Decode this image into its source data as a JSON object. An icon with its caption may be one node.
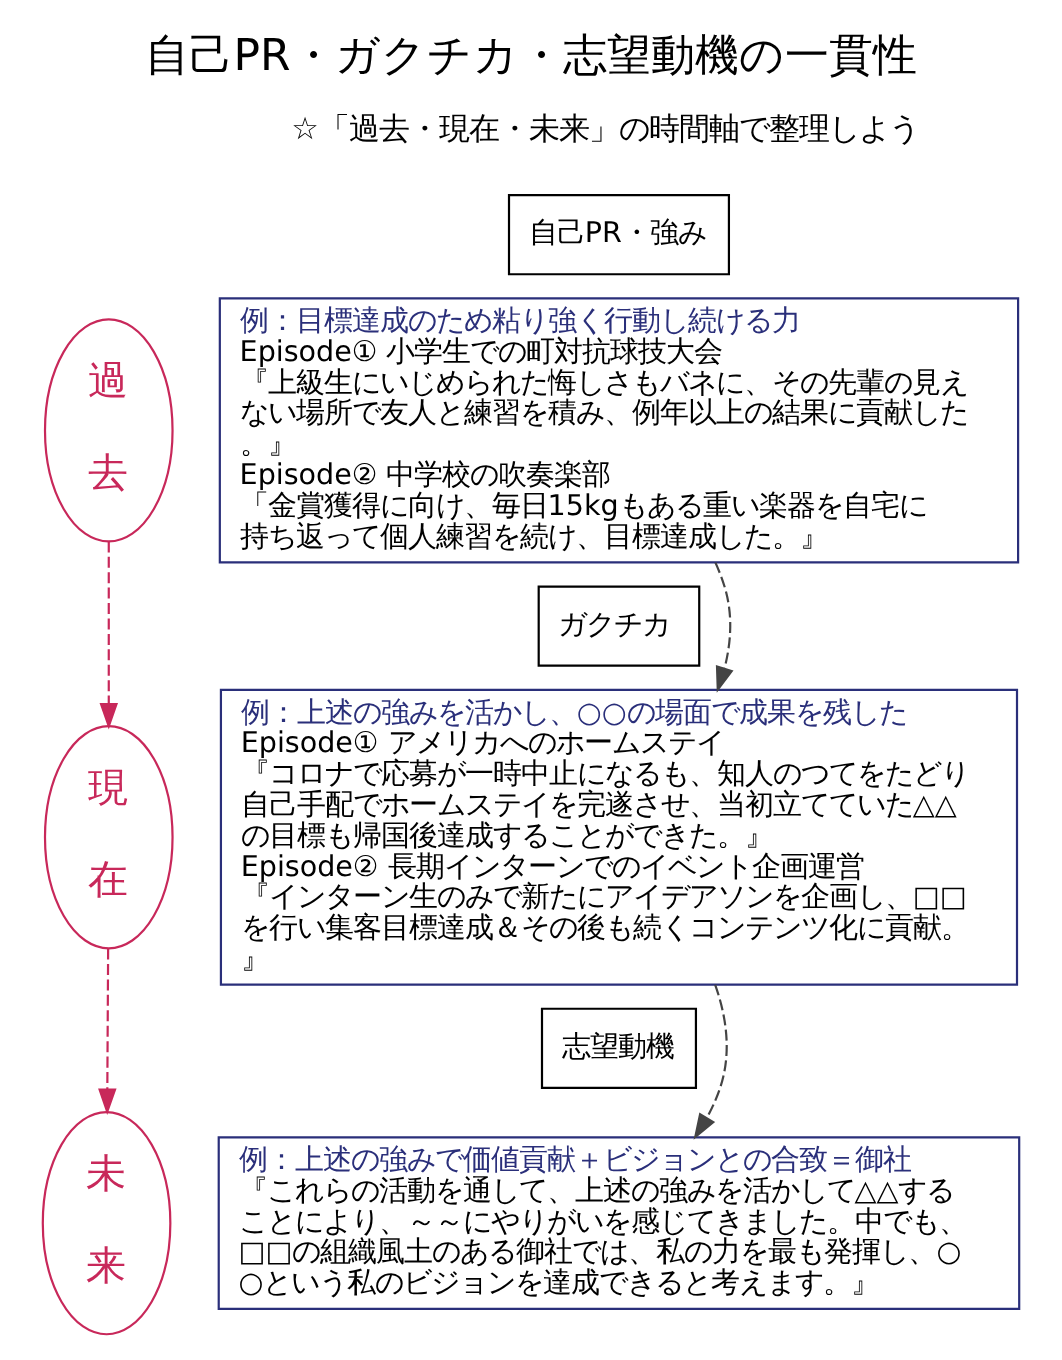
{
  "diagram": {
    "title": "自己PR・ガクチカ・志望動機の一貫性",
    "nodes": [
      {
        "text": [
          "過去"
        ]
      },
      {
        "text": [
          "現在"
        ]
      },
      {
        "text": [
          "未来"
        ]
      },
      {
        "text": [
          "自己PR・強み"
        ]
      },
      {
        "text": [
          "例：目標達成のため粘り強く行動し続ける力",
          "Episode① 小学生での町対抗球技大会",
          "『上級生にいじめられた悔しさもバネに、その先輩の見えない場所で友人と練習を積み、例年以上の結果に貢献した。』",
          "Episode② 中学校の吹奏楽部",
          "「金賞獲得に向け、毎日15kgもある重い楽器を自宅に持ち返って個人練習を続け、目標達成した。』"
        ]
      },
      {
        "text": [
          "ガクチカ"
        ]
      },
      {
        "text": [
          "例：上述の強みを活かし、○○の場面で成果を残した",
          "Episode① アメリカへのホームステイ",
          "『コロナで応募が一時中止になるも、知人のつてをたどり自己手配でホームステイを完遂させ、当初立てていた△△の目標も帰国後達成することができた。』",
          "Episode② 長期インターンでのイベント企画運営",
          "『インターン生のみで新たにアイデアソンを企画し、□□を行い集客目標達成＆その後も続くコンテンツ化に貢献。』"
        ]
      },
      {
        "text": [
          "志望動機"
        ]
      },
      {
        "text": [
          "例：上述の強みで価値貢献＋ビジョンとの合致＝御社",
          "『これらの活動を通して、上述の強みを活かして△△することにより、～～にやりがいを感じてきました。中でも、□□の組織風土のある御社では、私の力を最も発揮し、○○という私のビジョンを達成できると考えます。』"
        ]
      }
    ],
    "edges": [
      {
        "from": 0,
        "to": 1,
        "arrow": "to",
        "style": "dashed",
        "color": "#c8285a"
      },
      {
        "from": 1,
        "to": 2,
        "arrow": "to",
        "style": "dashed",
        "color": "#c8285a"
      },
      {
        "from": 4,
        "to": 6,
        "arrow": "to",
        "style": "dashed",
        "color": "#444444"
      },
      {
        "from": 6,
        "to": 8,
        "arrow": "to",
        "style": "dashed",
        "color": "#444444"
      }
    ],
    "labels": [
      "☆「過去・現在・未来」の時間軸で整理しよう"
    ]
  }
}
